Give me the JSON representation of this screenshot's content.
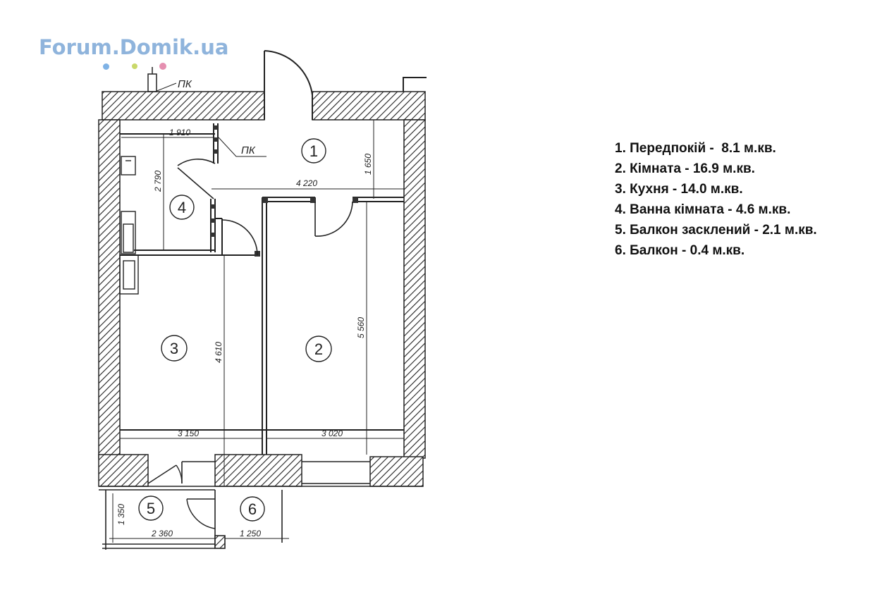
{
  "brand": {
    "logo_text": "Forum.Domik.ua",
    "color": "#8fb4dc"
  },
  "rooms": [
    {
      "number": "1"
    },
    {
      "number": "2"
    },
    {
      "number": "3"
    },
    {
      "number": "4"
    },
    {
      "number": "5"
    },
    {
      "number": "6"
    }
  ],
  "dimensions": {
    "d1": "1 910",
    "d2": "2 790",
    "d3": "1 650",
    "d4": "4 220",
    "d5": "5 560",
    "d6": "4 610",
    "d7": "3 150",
    "d8": "3 020",
    "d9": "1 350",
    "d10": "2 360",
    "d11": "1 250"
  },
  "tags": {
    "pk_top": "ПК",
    "pk_mid": "ПК"
  },
  "legend": [
    "1. Передпокій -  8.1 м.кв.",
    "2. Кімната - 16.9 м.кв.",
    "3. Кухня - 14.0 м.кв.",
    "4. Ванна кімната - 4.6 м.кв.",
    "5. Балкон засклений - 2.1 м.кв.",
    "6. Балкон - 0.4 м.кв."
  ]
}
